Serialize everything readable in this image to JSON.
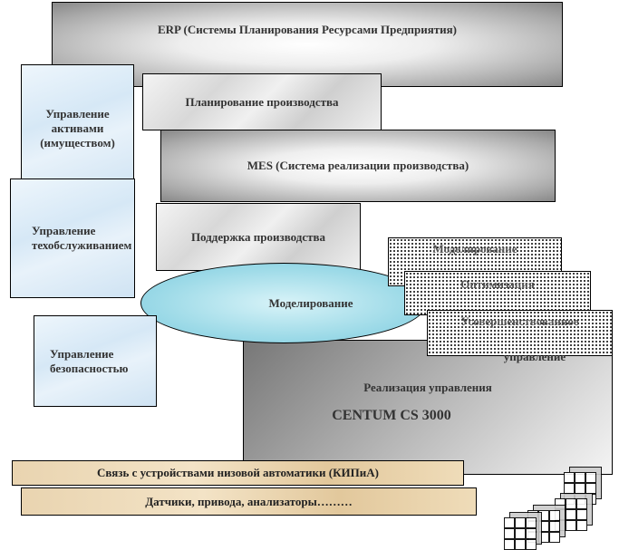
{
  "erp": "ERP (Системы Планирования Ресурсами Предприятия)",
  "asset": "Управление активами (имуществом)",
  "planning": "Планирование производства",
  "mes": "MES (Система реализации производства)",
  "maintenance": "Управление техобслуживанием",
  "support": "Поддержка производства",
  "modeling_ellipse": "Моделирование",
  "modeling": "Моделирование",
  "optimization": "Оптимизация",
  "advanced": "Усовершенствованное",
  "advanced2": "управление",
  "safety": "Управление безопасностью",
  "control": "Реализация управления",
  "centum": "CENTUM CS 3000",
  "field": "Связь с устройствами низовой автоматики (КИПиА)",
  "sensors": "Датчики, привода, анализаторы………"
}
